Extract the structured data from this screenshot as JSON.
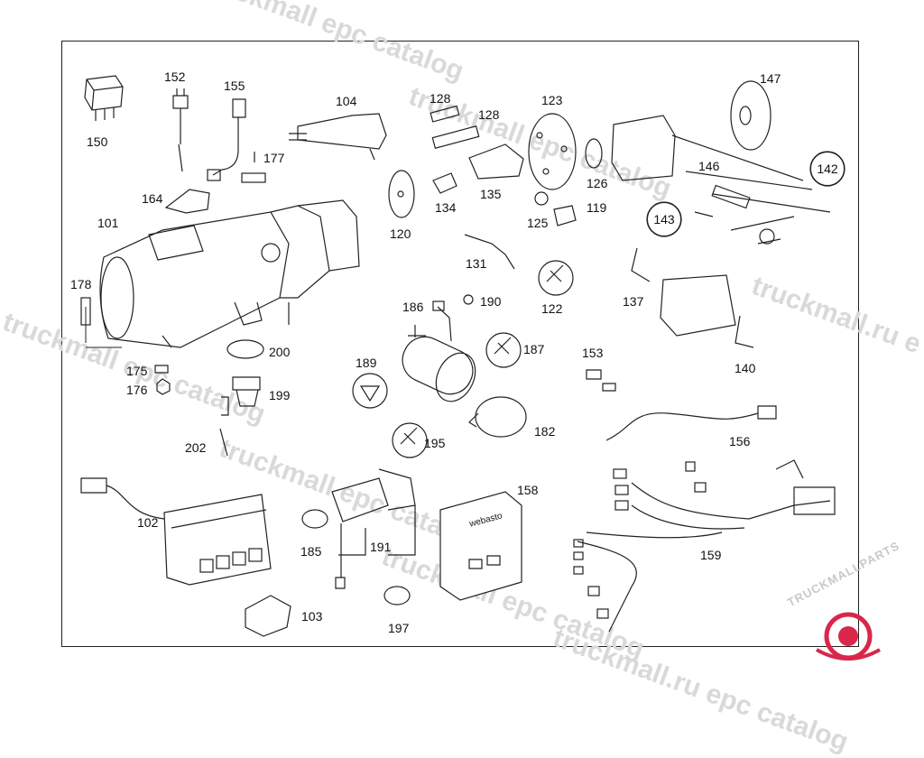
{
  "watermarks": [
    "truckmall epc catalog",
    "truckmall epc catalog",
    "truckmall epc catalog",
    "truckmall epc catalog",
    "truckmall epc catalog",
    "truckmall.ru epc catalog",
    "truckmall.ru e"
  ],
  "logo": {
    "text": "TRUCKMALLPARTS",
    "accent": "#d9264a"
  },
  "colors": {
    "line": "#222222",
    "fill": "#ffffff",
    "watermark": "#d9d9d9"
  },
  "parts": {
    "p101": "101",
    "p102": "102",
    "p103": "103",
    "p104": "104",
    "p119": "119",
    "p120": "120",
    "p122": "122",
    "p123": "123",
    "p125": "125",
    "p126": "126",
    "p128a": "128",
    "p128b": "128",
    "p131": "131",
    "p134": "134",
    "p135": "135",
    "p137": "137",
    "p140": "140",
    "p142": "142",
    "p143": "143",
    "p146": "146",
    "p147": "147",
    "p150": "150",
    "p152": "152",
    "p153": "153",
    "p155": "155",
    "p156": "156",
    "p158": "158",
    "p159": "159",
    "p164": "164",
    "p175": "175",
    "p176": "176",
    "p177": "177",
    "p178": "178",
    "p182": "182",
    "p185": "185",
    "p186": "186",
    "p187": "187",
    "p189": "189",
    "p190": "190",
    "p191": "191",
    "p195": "195",
    "p197": "197",
    "p199": "199",
    "p200": "200",
    "p202": "202"
  },
  "controller_brand": "webasto"
}
